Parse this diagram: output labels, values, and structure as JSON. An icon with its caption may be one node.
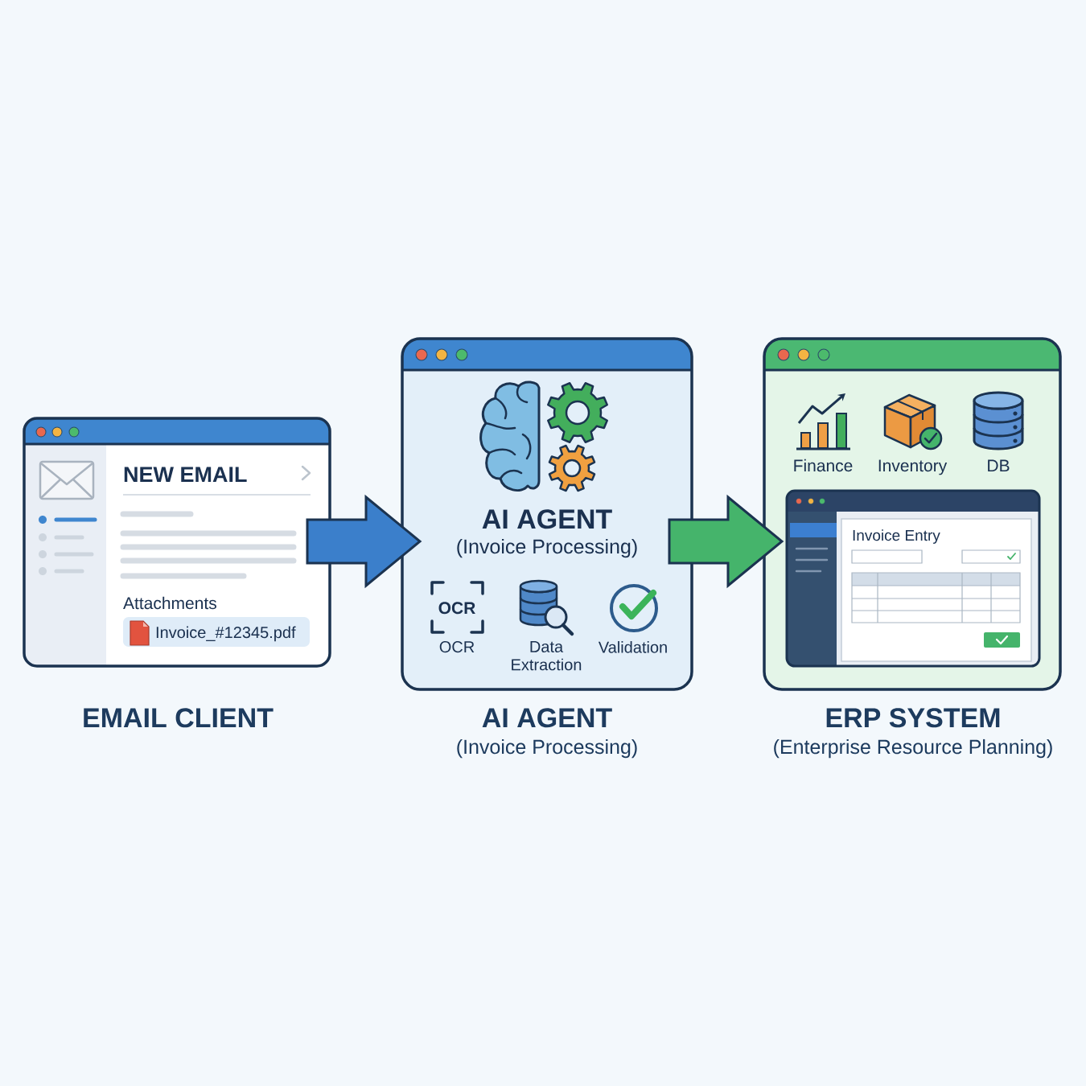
{
  "diagram": {
    "nodes": [
      {
        "text": [
          "NEW EMAIL",
          "Attachments"
        ],
        "beside": [
          "EMAIL CLIENT"
        ]
      },
      {
        "text": [
          "Invoice_#12345.pdf"
        ],
        "in": 0
      },
      {
        "text": [
          "AI AGENT",
          "(Invoice Processing)",
          "OCR",
          "OCR",
          "Data Extraction",
          "Validation"
        ],
        "beside": [
          "AI AGENT",
          "(Invoice Processing)"
        ]
      },
      {
        "text": [
          "Finance",
          "Inventory",
          "DB"
        ],
        "beside": [
          "ERP SYSTEM",
          "(Enterprise Resource Planning)"
        ]
      },
      {
        "text": [
          "Invoice Entry"
        ],
        "in": 3
      }
    ],
    "edges": [
      {
        "from": 0,
        "to": 2,
        "arrow": "to",
        "color": "#3b7fcb"
      },
      {
        "from": 2,
        "to": 3,
        "arrow": "to",
        "color": "#45b46b"
      }
    ]
  }
}
